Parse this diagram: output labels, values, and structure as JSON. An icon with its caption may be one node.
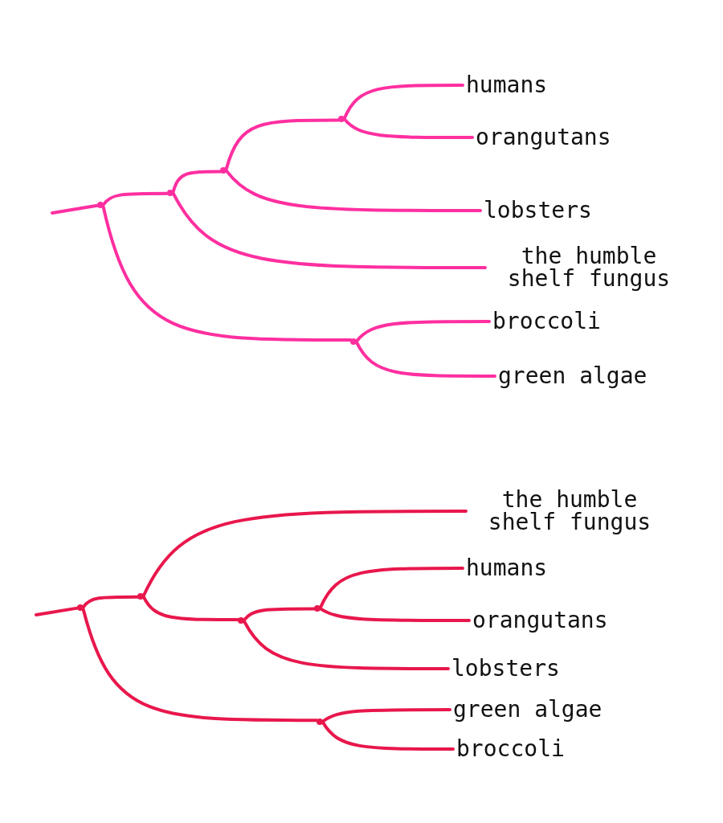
{
  "diagram": {
    "nodes": [
      {
        "text": [
          "humans"
        ]
      },
      {
        "text": [
          "orangutans"
        ]
      },
      {
        "text": [
          "lobsters"
        ]
      },
      {
        "text": [
          "the humble shelf fungus"
        ]
      },
      {
        "text": [
          "broccoli"
        ]
      },
      {
        "text": [
          "green algae"
        ]
      },
      {
        "text": [],
        "shape": "dot"
      },
      {
        "text": [],
        "shape": "dot"
      },
      {
        "text": [],
        "shape": "dot"
      },
      {
        "text": [],
        "shape": "dot"
      },
      {
        "text": [],
        "shape": "dot"
      },
      {
        "text": [
          "the humble shelf fungus"
        ]
      },
      {
        "text": [
          "humans"
        ]
      },
      {
        "text": [
          "orangutans"
        ]
      },
      {
        "text": [
          "lobsters"
        ]
      },
      {
        "text": [
          "green algae"
        ]
      },
      {
        "text": [
          "broccoli"
        ]
      },
      {
        "text": [],
        "shape": "dot"
      },
      {
        "text": [],
        "shape": "dot"
      },
      {
        "text": [],
        "shape": "dot"
      },
      {
        "text": [],
        "shape": "dot"
      },
      {
        "text": [],
        "shape": "dot"
      }
    ],
    "edges": [
      {
        "from": null,
        "to": 6,
        "arrow": "none"
      },
      {
        "from": 6,
        "to": 7,
        "arrow": "none"
      },
      {
        "from": 6,
        "to": 10,
        "arrow": "none"
      },
      {
        "from": 7,
        "to": 8,
        "arrow": "none"
      },
      {
        "from": 7,
        "to": 3,
        "arrow": "none"
      },
      {
        "from": 8,
        "to": 9,
        "arrow": "none"
      },
      {
        "from": 8,
        "to": 2,
        "arrow": "none"
      },
      {
        "from": 9,
        "to": 0,
        "arrow": "none"
      },
      {
        "from": 9,
        "to": 1,
        "arrow": "none"
      },
      {
        "from": 10,
        "to": 4,
        "arrow": "none"
      },
      {
        "from": 10,
        "to": 5,
        "arrow": "none"
      },
      {
        "from": null,
        "to": 17,
        "arrow": "none",
        "color": "#e8174c"
      },
      {
        "from": 17,
        "to": 18,
        "arrow": "none",
        "color": "#e8174c"
      },
      {
        "from": 17,
        "to": 21,
        "arrow": "none",
        "color": "#e8174c"
      },
      {
        "from": 18,
        "to": 11,
        "arrow": "none",
        "color": "#e8174c"
      },
      {
        "from": 18,
        "to": 19,
        "arrow": "none",
        "color": "#e8174c"
      },
      {
        "from": 19,
        "to": 20,
        "arrow": "none",
        "color": "#e8174c"
      },
      {
        "from": 19,
        "to": 14,
        "arrow": "none",
        "color": "#e8174c"
      },
      {
        "from": 20,
        "to": 12,
        "arrow": "none",
        "color": "#e8174c"
      },
      {
        "from": 20,
        "to": 13,
        "arrow": "none",
        "color": "#e8174c"
      },
      {
        "from": 21,
        "to": 15,
        "arrow": "none",
        "color": "#e8174c"
      },
      {
        "from": 21,
        "to": 16,
        "arrow": "none",
        "color": "#e8174c"
      }
    ]
  }
}
